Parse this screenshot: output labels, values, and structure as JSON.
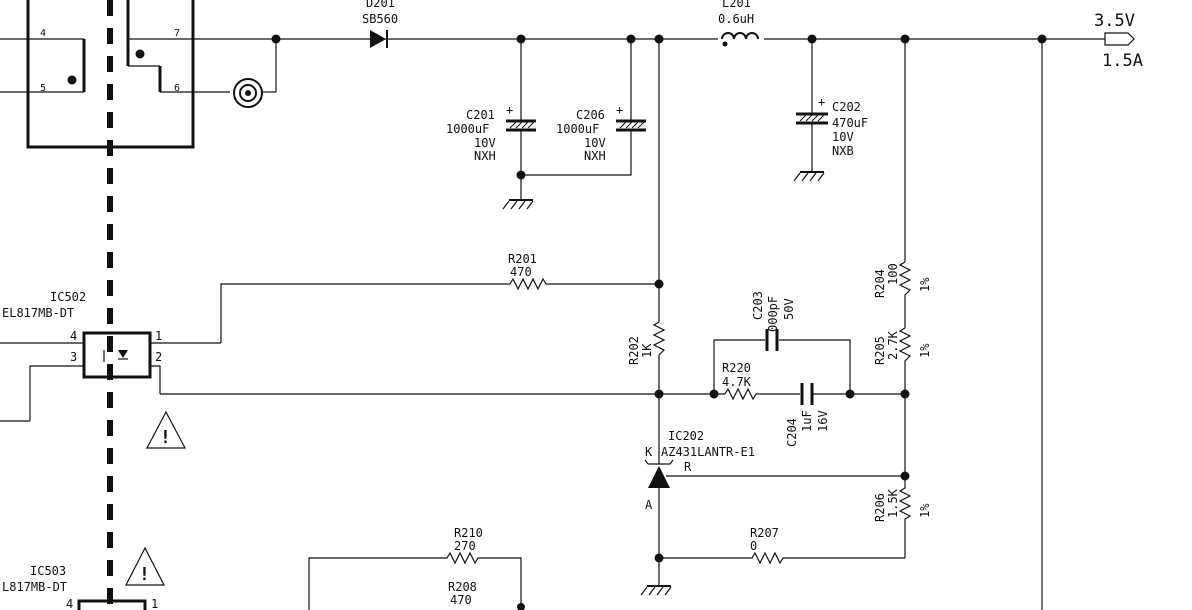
{
  "output": {
    "voltage": "3.5V",
    "current": "1.5A"
  },
  "transformer": {
    "pins": [
      "4",
      "5",
      "7",
      "6"
    ]
  },
  "d201": {
    "ref": "D201",
    "value": "SB560"
  },
  "l201": {
    "ref": "L201",
    "value": "0.6uH"
  },
  "c201": {
    "ref": "C201",
    "value": "1000uF",
    "voltage": "10V",
    "type": "NXH",
    "polarity": "+"
  },
  "c206": {
    "ref": "C206",
    "value": "1000uF",
    "voltage": "10V",
    "type": "NXH",
    "polarity": "+"
  },
  "c202": {
    "ref": "C202",
    "value": "470uF",
    "voltage": "10V",
    "type": "NXB",
    "polarity": "+"
  },
  "r201": {
    "ref": "R201",
    "value": "470"
  },
  "r202": {
    "ref": "R202",
    "value": "1K"
  },
  "r204": {
    "ref": "R204",
    "value": "100",
    "tol": "1%"
  },
  "r205": {
    "ref": "R205",
    "value": "2.7K",
    "tol": "1%"
  },
  "r206": {
    "ref": "R206",
    "value": "1.5K",
    "tol": "1%"
  },
  "r207": {
    "ref": "R207",
    "value": "0"
  },
  "r208": {
    "ref": "R208",
    "value": "470"
  },
  "r210": {
    "ref": "R210",
    "value": "270"
  },
  "r220": {
    "ref": "R220",
    "value": "4.7K"
  },
  "c203": {
    "ref": "C203",
    "value": "000pF",
    "voltage": "50V"
  },
  "c204": {
    "ref": "C204",
    "value": "1uF",
    "voltage": "16V"
  },
  "ic202": {
    "ref": "IC202",
    "part": "AZ431LANTR-E1",
    "pin_k": "K",
    "pin_r": "R",
    "pin_a": "A"
  },
  "ic502": {
    "ref": "IC502",
    "part": "EL817MB-DT",
    "pins": [
      "4",
      "3",
      "1",
      "2"
    ]
  },
  "ic503": {
    "ref": "IC503",
    "part": "L817MB-DT",
    "pins": [
      "4",
      "1"
    ]
  },
  "warning_symbol": "!"
}
